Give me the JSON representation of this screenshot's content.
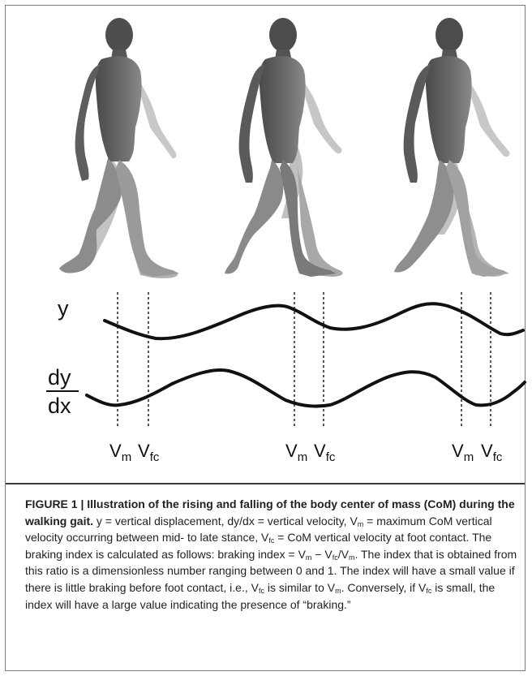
{
  "figure": {
    "labels": {
      "y": "y",
      "dy": "dy",
      "dx": "dx",
      "v_main": "V",
      "v_m_sub": "m",
      "v_fc_sub": "fc"
    },
    "colors": {
      "line": "#111111",
      "figure_dark": "#5a5a5a",
      "figure_light": "#b8b8b8",
      "text": "#231f20"
    }
  },
  "caption": {
    "title": "FIGURE 1 | Illustration of the rising and falling of the body center of mass (CoM) during the walking gait.",
    "p1": " y = vertical displacement, dy/dx = vertical velocity, V",
    "p2": " = maximum CoM vertical velocity occurring between mid- to late stance, V",
    "p3": " = CoM vertical velocity at foot contact. The braking index is calculated as follows: braking index = V",
    "p4": " − V",
    "p5": "/V",
    "p6": ". The index that is obtained from this ratio is a dimensionless number ranging between 0 and 1. The index will have a small value if there is little braking before foot contact, i.e., V",
    "p7": " is similar to V",
    "p8": ". Conversely, if V",
    "p9": " is small, the index will have a large value indicating the presence of “braking.”",
    "sub_m": "m",
    "sub_fc": "fc"
  }
}
